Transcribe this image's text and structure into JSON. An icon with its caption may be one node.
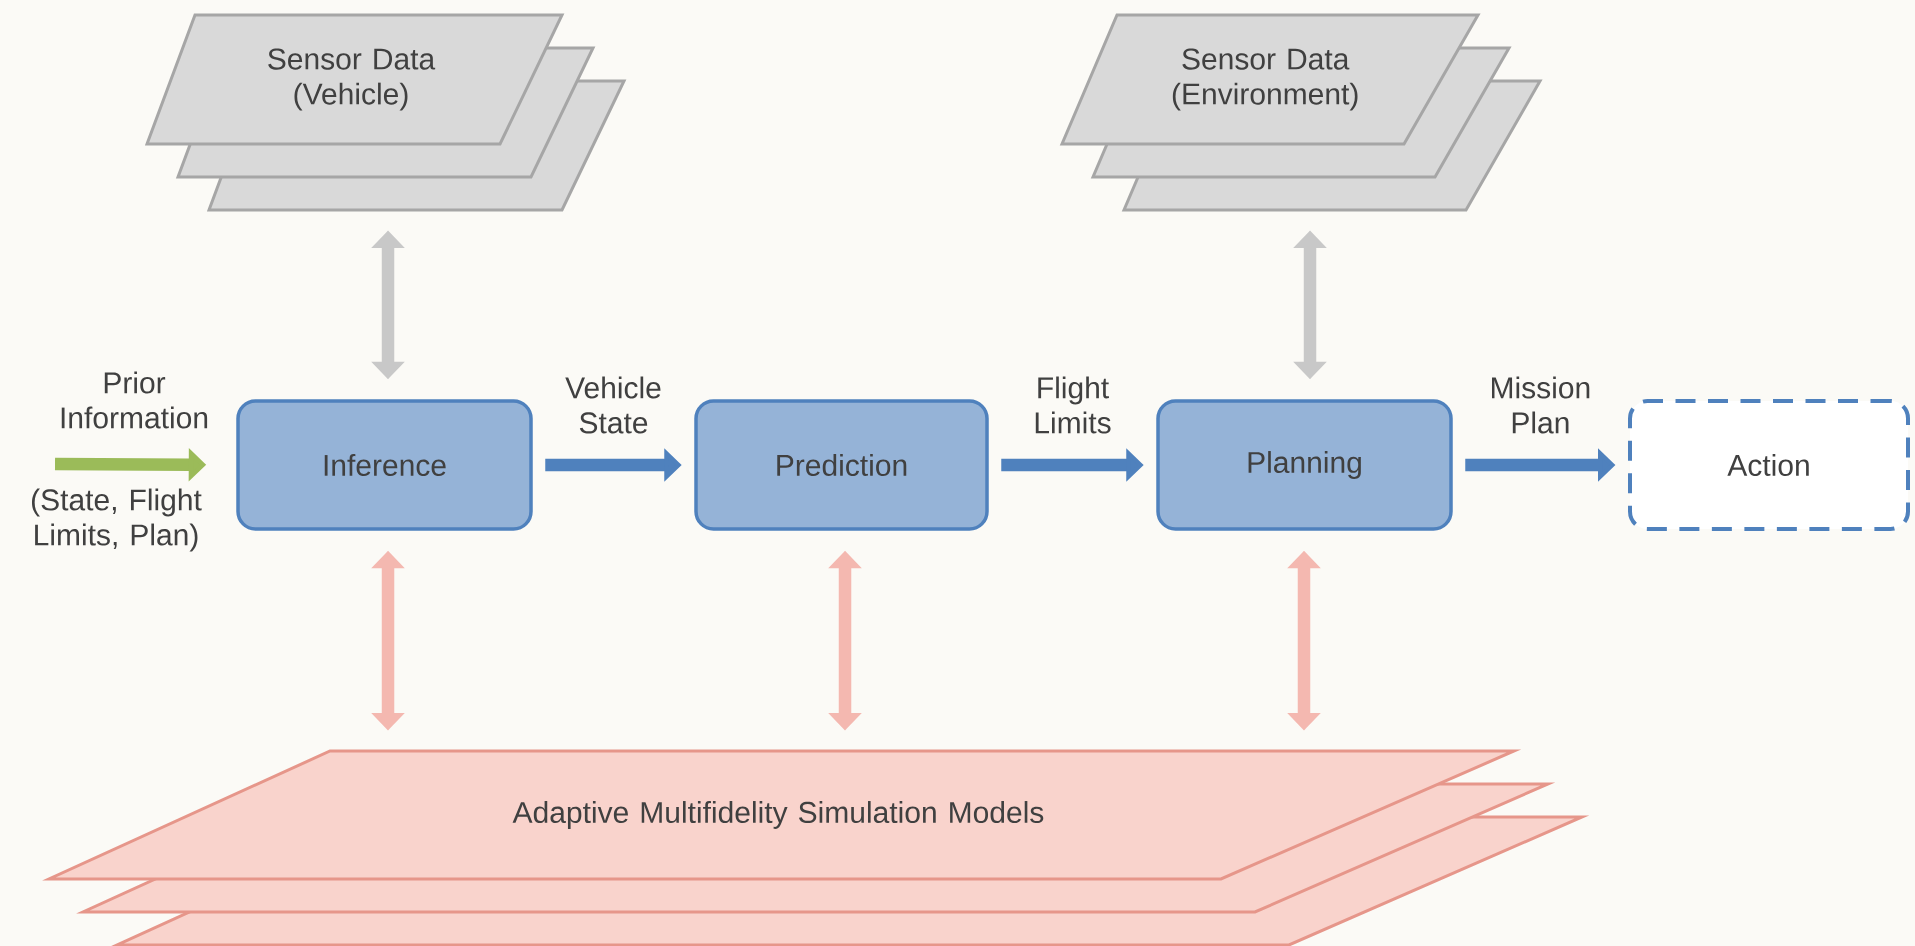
{
  "diagram": {
    "nodes": [
      {
        "text": [
          "Sensor Data (Vehicle)"
        ]
      },
      {
        "text": [
          "Sensor Data (Environment)"
        ]
      },
      {
        "text": [
          "Inference"
        ]
      },
      {
        "text": [
          "Prediction"
        ]
      },
      {
        "text": [
          "Planning"
        ]
      },
      {
        "text": [
          "Action"
        ]
      },
      {
        "text": [
          "Adaptive Multifidelity Simulation Models"
        ]
      }
    ],
    "edges": [
      {
        "from": null,
        "to": 2,
        "arrow": "to",
        "color": "#9bbb59"
      },
      {
        "from": 0,
        "to": 2,
        "arrow": "both",
        "color": "#c8c8c8"
      },
      {
        "from": 2,
        "to": 3,
        "arrow": "to",
        "label": "Vehicle State",
        "color": "#4f81bd"
      },
      {
        "from": 3,
        "to": 4,
        "arrow": "to",
        "label": "Flight Limits",
        "color": "#4f81bd"
      },
      {
        "from": 1,
        "to": 4,
        "arrow": "both",
        "color": "#c8c8c8"
      },
      {
        "from": 4,
        "to": 5,
        "arrow": "to",
        "label": "Mission Plan",
        "color": "#4f81bd"
      },
      {
        "from": 2,
        "to": 6,
        "arrow": "both",
        "color": "#f4b8b0"
      },
      {
        "from": 3,
        "to": 6,
        "arrow": "both",
        "color": "#f4b8b0"
      },
      {
        "from": 4,
        "to": 6,
        "arrow": "both",
        "color": "#f4b8b0"
      }
    ],
    "labels": [
      "Prior Information",
      "(State, Flight Limits, Plan)"
    ]
  }
}
